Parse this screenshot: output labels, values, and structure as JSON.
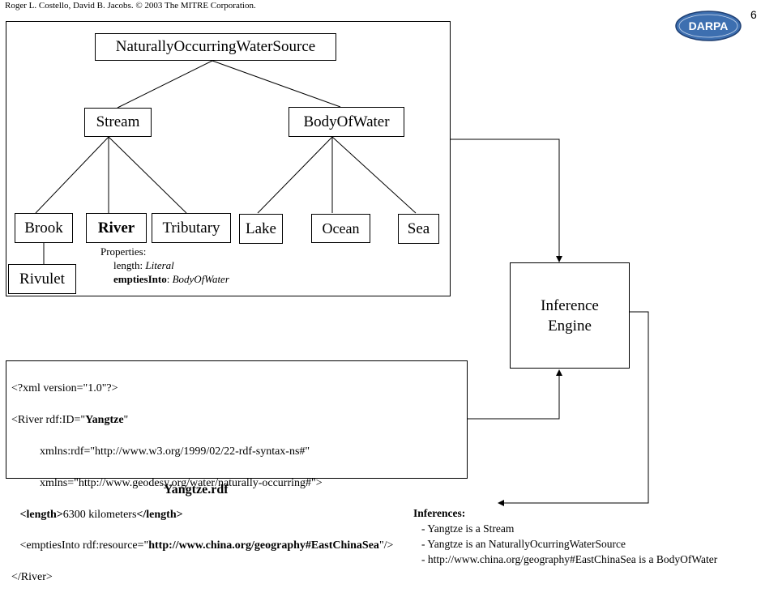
{
  "header": {
    "credit": "Roger L. Costello, David B. Jacobs. © 2003 The MITRE Corporation.",
    "slide_number": "6",
    "logo_text": "DARPA"
  },
  "hierarchy": {
    "root": "NaturallyOccurringWaterSource",
    "stream": "Stream",
    "body_of_water": "BodyOfWater",
    "brook": "Brook",
    "river": "River",
    "tributary": "Tributary",
    "lake": "Lake",
    "ocean": "Ocean",
    "sea": "Sea",
    "rivulet": "Rivulet"
  },
  "properties": {
    "heading": "Properties:",
    "length_name": "length",
    "length_sep": ": ",
    "length_type": "Literal",
    "empties_name": "emptiesInto",
    "empties_sep": ": ",
    "empties_type": "BodyOfWater"
  },
  "engine": {
    "line1": "Inference",
    "line2": "Engine"
  },
  "rdf": {
    "l1": "<?xml version=\"1.0\"?>",
    "l2_pre": "<River rdf:ID=\"",
    "l2_bold": "Yangtze",
    "l2_post": "\"",
    "l3": "          xmlns:rdf=\"http://www.w3.org/1999/02/22-rdf-syntax-ns#\"",
    "l4": "          xmlns=\"http://www.geodesy.org/water/naturally-occurring#\">",
    "l5_pre": "   <length>",
    "l5_mid": "6300 kilometers",
    "l5_post": "</length>",
    "l6_pre": "   <emptiesInto rdf:resource=\"",
    "l6_bold": "http://www.china.org/geography#EastChinaSea",
    "l6_post": "\"/>",
    "l7": "</River>"
  },
  "file_label": "Yangtze.rdf",
  "inferences": {
    "heading": "Inferences:",
    "items": [
      "- Yangtze is a Stream",
      "- Yangtze is an NaturallyOcurringWaterSource",
      "- http://www.china.org/geography#EastChinaSea  is a BodyOfWater"
    ]
  },
  "colors": {
    "logo_fill": "#3d6fb0",
    "logo_text": "#ffffff"
  }
}
